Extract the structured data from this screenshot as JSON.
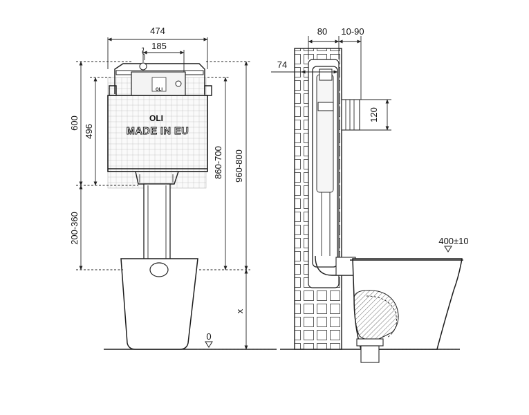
{
  "front_view": {
    "width_label": "474",
    "connection_label": "185",
    "frame_height_label": "600",
    "tank_height_label": "496",
    "leg_adjust_label": "200-360",
    "outlet_height_label": "860-700",
    "total_height_label": "960-800",
    "floor_label": "x",
    "zero_label": "0",
    "cistern_brand": "OLI",
    "cistern_stamp": "MADE IN EU",
    "valve_brand": "OLI"
  },
  "side_view": {
    "depth_label": "80",
    "gap_label": "10-90",
    "offset_label": "74",
    "inlet_label": "120",
    "pan_height_label": "400±10"
  }
}
